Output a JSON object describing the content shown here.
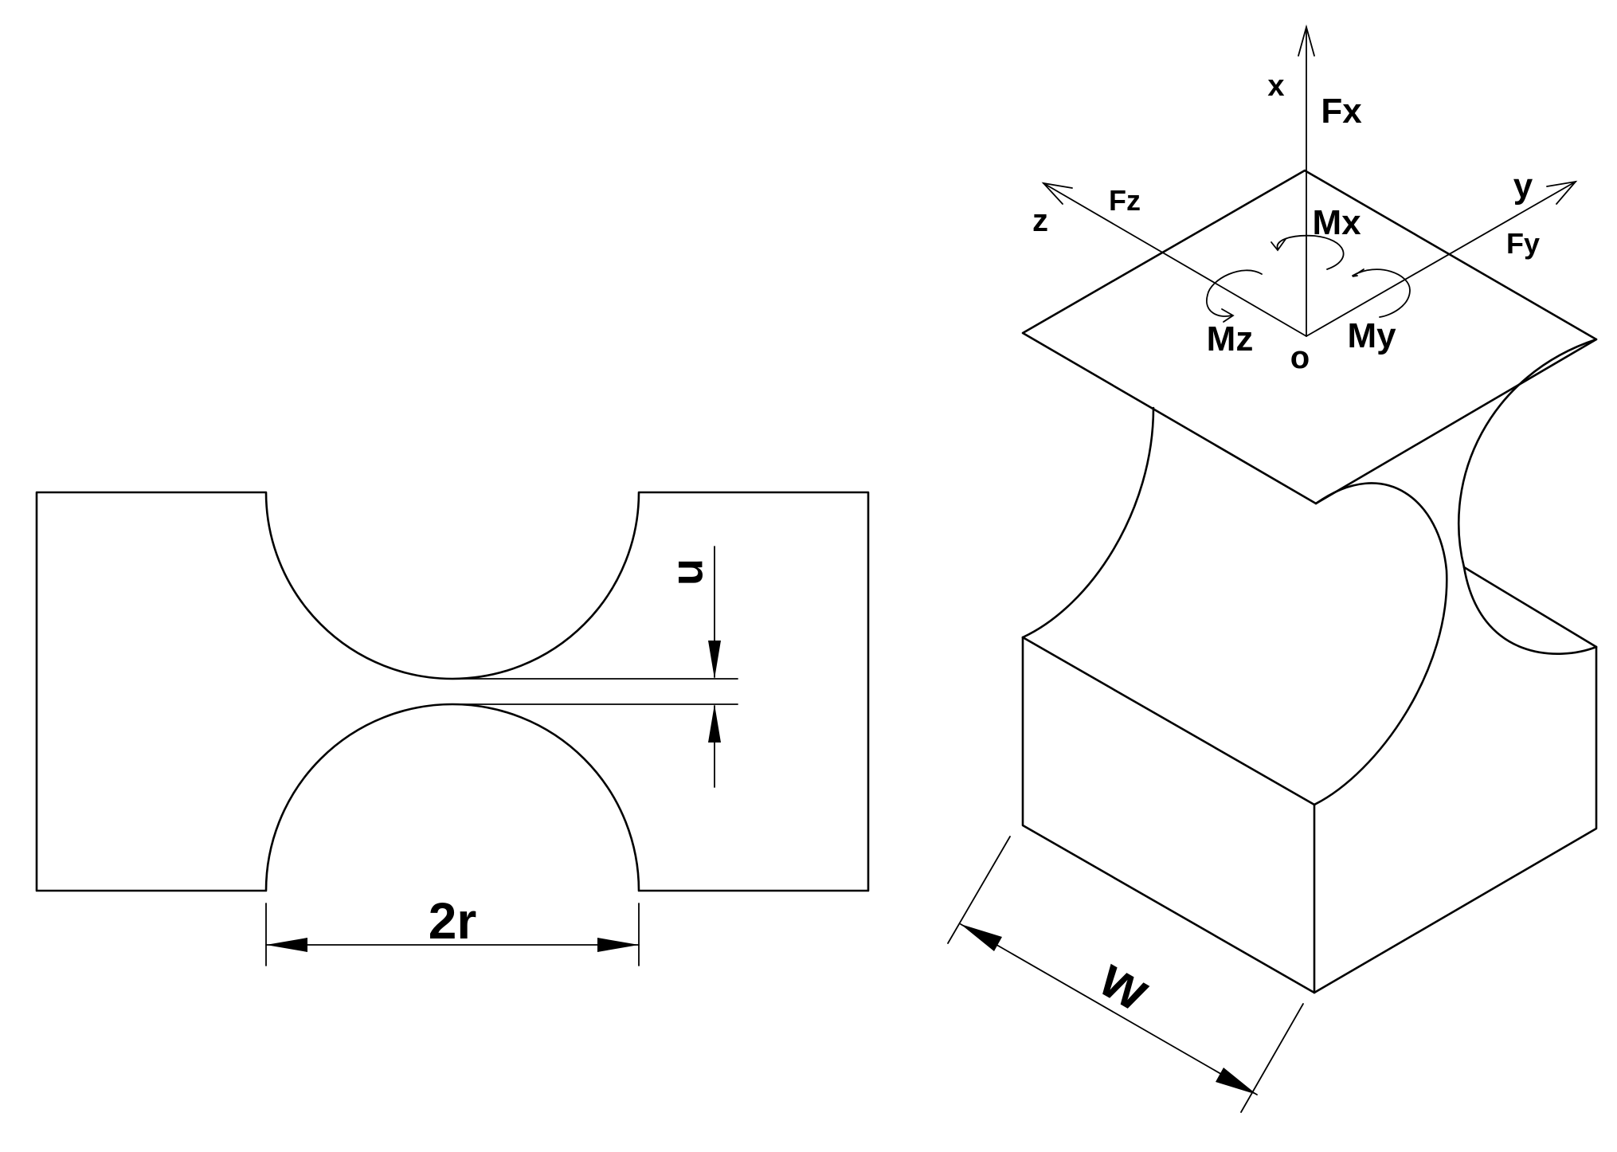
{
  "left_view": {
    "width_label": "2r",
    "gap_label": "u"
  },
  "right_view": {
    "width_label": "w",
    "origin_label": "o",
    "axes": {
      "x": "x",
      "y": "y",
      "z": "z"
    },
    "forces": {
      "fx": "Fx",
      "fy": "Fy",
      "fz": "Fz"
    },
    "moments": {
      "mx": "Mx",
      "my": "My",
      "mz": "Mz"
    }
  }
}
